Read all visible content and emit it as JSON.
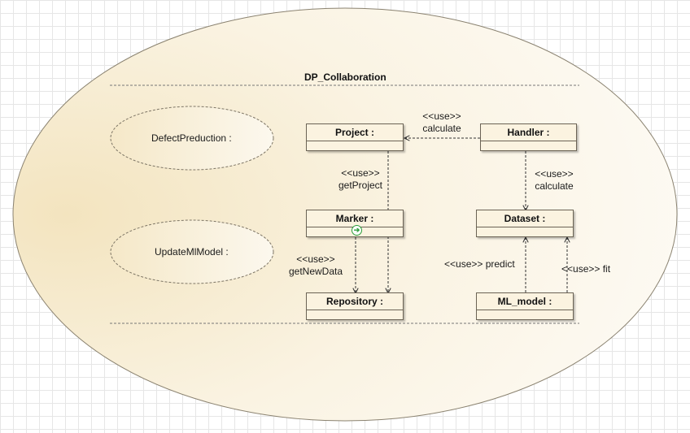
{
  "collaboration": {
    "name": "DP_Collaboration",
    "roles": [
      "DefectPreduction :",
      "UpdateMlModel :"
    ]
  },
  "classes": {
    "project": "Project :",
    "handler": "Handler :",
    "marker": "Marker :",
    "dataset": "Dataset :",
    "repository": "Repository :",
    "ml_model": "ML_model :"
  },
  "icons": {
    "marker_status": "green-arrow-circle-icon"
  },
  "edges": {
    "handler_project": {
      "stereotype": "<<use>>",
      "operation": "calculate"
    },
    "handler_dataset": {
      "stereotype": "<<use>>",
      "operation": "calculate"
    },
    "project_repository": {
      "stereotype": "<<use>>",
      "operation": "getProject"
    },
    "marker_repository": {
      "stereotype": "<<use>>",
      "operation": "getNewData"
    },
    "mlmodel_dataset_predict": "<<use>> predict",
    "mlmodel_dataset_fit": "<<use>> fit"
  },
  "colors": {
    "fill": "#fbf3e0",
    "stroke": "#6b6355",
    "accent": "#2a9d3a"
  }
}
